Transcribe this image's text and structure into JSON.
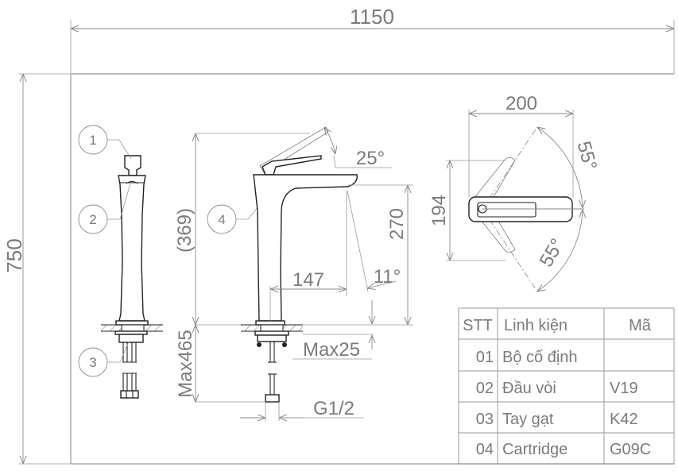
{
  "dimensions": {
    "overall_width": "1150",
    "overall_height": "750",
    "body_height": "(369)",
    "max_below_deck": "Max465",
    "spout_height": "270",
    "spout_reach": "147",
    "max_deck_thickness": "Max25",
    "inlet_thread": "G1/2",
    "handle_angle": "25°",
    "spout_angle": "11°",
    "top_view_width": "200",
    "top_view_depth": "194",
    "swivel_angle_left": "55°",
    "swivel_angle_right": "55°"
  },
  "callouts": [
    "1",
    "2",
    "3",
    "4"
  ],
  "parts_table": {
    "headers": [
      "STT",
      "Linh kiện",
      "Mã"
    ],
    "rows": [
      {
        "stt": "01",
        "name": "Bộ cố định",
        "code": ""
      },
      {
        "stt": "02",
        "name": "Đầu vòi",
        "code": "V19"
      },
      {
        "stt": "03",
        "name": "Tay gạt",
        "code": "K42"
      },
      {
        "stt": "04",
        "name": "Cartridge",
        "code": "G09C"
      }
    ]
  },
  "colors": {
    "dimension_line": "#8a8a8a",
    "part_outline": "#222222",
    "text": "#7b7b7b",
    "background": "#ffffff"
  }
}
